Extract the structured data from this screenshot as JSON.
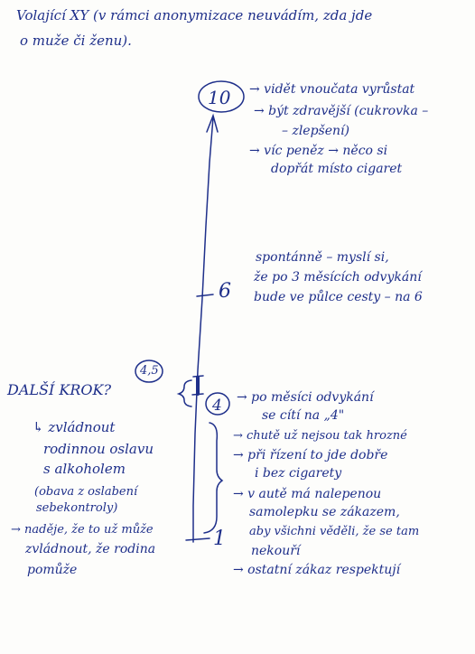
{
  "header": {
    "line1": "Volající XY (v rámci anonymizace neuvádím, zda jde",
    "line2": "o muže či ženu)."
  },
  "scale": {
    "top_mark": "10",
    "mid_mark": "6",
    "current_mark": "4",
    "low_mark": "1",
    "next_step_mark": "4,5"
  },
  "goals": [
    "→ vidět vnoučata vyrůstat",
    "→ být zdravější (cukrovka –",
    "– zlepšení)",
    "→ víc peněz → něco si",
    "dopřát místo cigaret"
  ],
  "six_note": [
    "spontánně – myslí si,",
    "že po 3 měsících odvykání",
    "bude ve půlce cesty – na 6"
  ],
  "current": [
    "→ po měsíci odvykání",
    "se cítí na „4\"",
    "→ chutě už nejsou tak hrozné",
    "→ při řízení to jde dobře",
    "i bez cigarety",
    "→ v autě má nalepenou",
    "samolepku se zákazem,",
    "aby všichni věděli, že se tam",
    "nekouří",
    "→ ostatní zákaz respektují"
  ],
  "next_step": {
    "title": "DALŠÍ KROK?",
    "items": [
      "↳ zvládnout",
      "rodinnou oslavu",
      "s alkoholem",
      "(obava z oslabení",
      "sebekontroly)",
      "→ naděje, že to už může",
      "zvládnout, že rodina",
      "pomůže"
    ]
  }
}
